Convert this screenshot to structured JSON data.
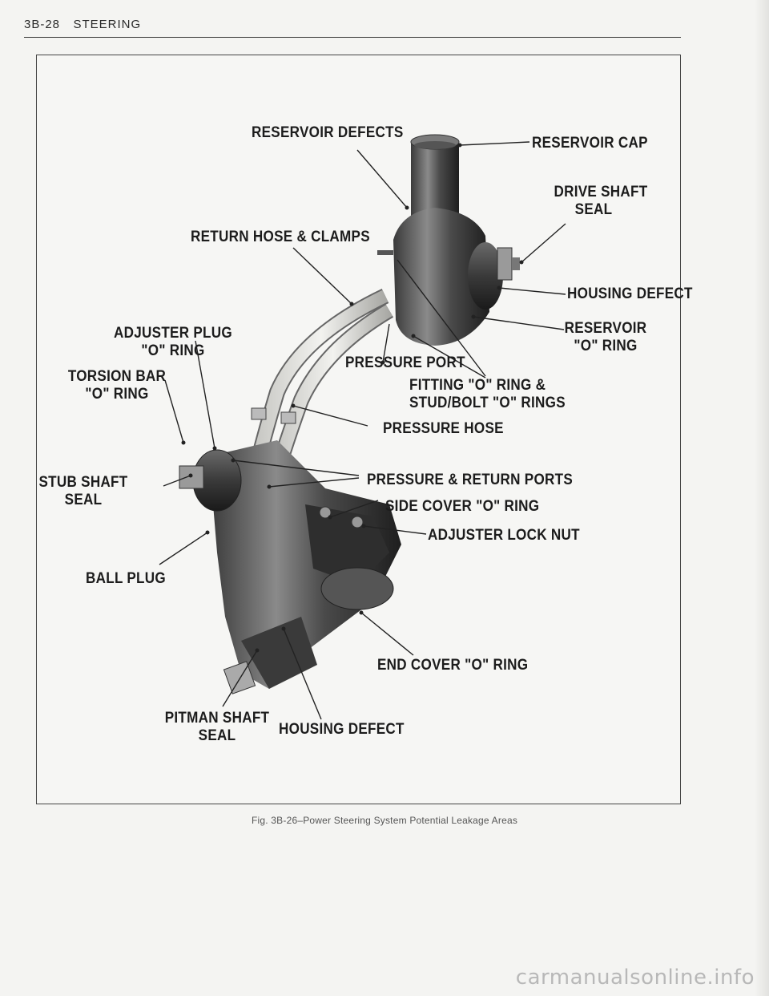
{
  "header": {
    "page_number": "3B-28",
    "section": "STEERING"
  },
  "labels": {
    "reservoir_defects": "RESERVOIR DEFECTS",
    "reservoir_cap": "RESERVOIR CAP",
    "drive_shaft_seal": "DRIVE SHAFT\nSEAL",
    "return_hose_clamps": "RETURN HOSE & CLAMPS",
    "housing_defect_pump": "HOUSING DEFECT",
    "adjuster_plug_o_ring": "ADJUSTER PLUG\n\"O\" RING",
    "reservoir_o_ring": "RESERVOIR\n\"O\" RING",
    "torsion_bar_o_ring": "TORSION BAR\n\"O\" RING",
    "pressure_port": "PRESSURE PORT",
    "fitting_o_ring": "FITTING \"O\" RING &\nSTUD/BOLT \"O\" RINGS",
    "pressure_hose": "PRESSURE HOSE",
    "stub_shaft_seal": "STUB SHAFT\nSEAL",
    "pressure_return_ports": "PRESSURE & RETURN PORTS",
    "side_cover_o_ring": "SIDE COVER \"O\" RING",
    "adjuster_lock_nut": "ADJUSTER LOCK NUT",
    "ball_plug": "BALL PLUG",
    "end_cover_o_ring": "END COVER \"O\" RING",
    "pitman_shaft_seal": "PITMAN SHAFT\nSEAL",
    "housing_defect_gear": "HOUSING DEFECT"
  },
  "caption": "Fig. 3B-26–Power Steering System Potential Leakage Areas",
  "watermark": "carmanualsonline.info"
}
